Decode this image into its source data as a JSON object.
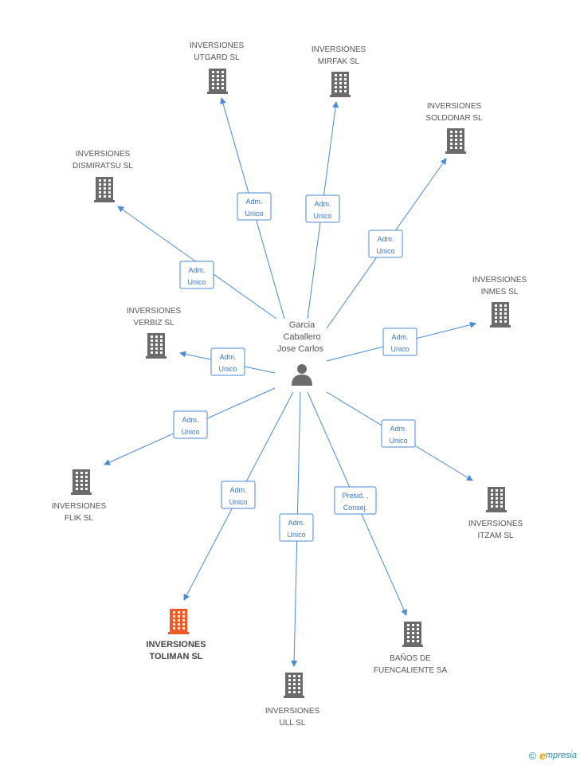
{
  "center": {
    "lines": [
      "Garcia",
      "Caballero",
      "Jose Carlos"
    ],
    "icon": "person-icon"
  },
  "colors": {
    "edge": "#4a8ad6",
    "building": "#6b6b6b",
    "highlight": "#f05a28"
  },
  "nodes": [
    {
      "id": "utgard",
      "lines": [
        "INVERSIONES",
        "UTGARD SL"
      ],
      "role": [
        "Adm.",
        "Unico"
      ]
    },
    {
      "id": "mirfak",
      "lines": [
        "INVERSIONES",
        "MIRFAK SL"
      ],
      "role": [
        "Adm.",
        "Unico"
      ]
    },
    {
      "id": "soldonar",
      "lines": [
        "INVERSIONES",
        "SOLDONAR SL"
      ],
      "role": [
        "Adm.",
        "Unico"
      ]
    },
    {
      "id": "dismiratsu",
      "lines": [
        "INVERSIONES",
        "DISMIRATSU SL"
      ],
      "role": [
        "Adm.",
        "Unico"
      ]
    },
    {
      "id": "inmes",
      "lines": [
        "INVERSIONES",
        "INMES SL"
      ],
      "role": [
        "Adm.",
        "Unico"
      ]
    },
    {
      "id": "verbiz",
      "lines": [
        "INVERSIONES",
        "VERBIZ SL"
      ],
      "role": [
        "Adm.",
        "Unico"
      ]
    },
    {
      "id": "flik",
      "lines": [
        "INVERSIONES",
        "FLIK SL"
      ],
      "role": [
        "Adm.",
        "Unico"
      ]
    },
    {
      "id": "itzam",
      "lines": [
        "INVERSIONES",
        "ITZAM SL"
      ],
      "role": [
        "Adm.",
        "Unico"
      ]
    },
    {
      "id": "toliman",
      "lines": [
        "INVERSIONES",
        "TOLIMAN SL"
      ],
      "role": [
        "Adm.",
        "Unico"
      ],
      "highlight": true
    },
    {
      "id": "ull",
      "lines": [
        "INVERSIONES",
        "ULL SL"
      ],
      "role": [
        "Adm.",
        "Unico"
      ]
    },
    {
      "id": "fuencaliente",
      "lines": [
        "BAÑOS DE",
        "FUENCALIENTE SA"
      ],
      "role": [
        "Presid. ,",
        "Consej."
      ]
    }
  ],
  "footer": {
    "copyright": "©",
    "brand_first": "e",
    "brand_rest": "mpresia"
  }
}
